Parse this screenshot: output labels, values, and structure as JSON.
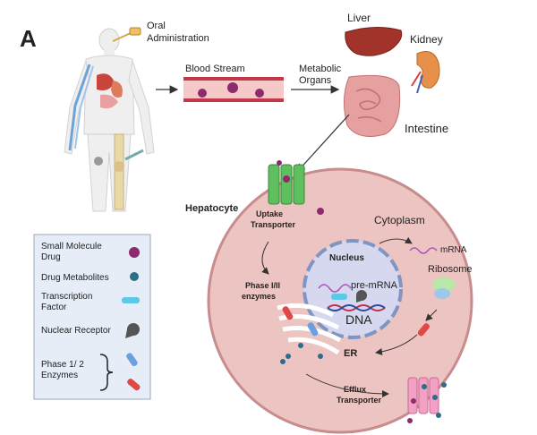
{
  "panel_label": "A",
  "labels": {
    "oral_administration": [
      "Oral",
      "Administration"
    ],
    "blood_stream": "Blood Stream",
    "metabolic_organs": [
      "Metabolic",
      "Organs"
    ],
    "liver": "Liver",
    "kidney": "Kidney",
    "intestine": "Intestine",
    "hepatocyte": "Hepatocyte",
    "uptake_transporter": [
      "Uptake",
      "Transporter"
    ],
    "cytoplasm": "Cytoplasm",
    "nucleus": "Nucleus",
    "mrna": "mRNA",
    "ribosome": "Ribosome",
    "pre_mrna": "pre-mRNA",
    "dna": "DNA",
    "phase_enzymes": [
      "Phase I/II",
      "enzymes"
    ],
    "er": "ER",
    "efflux_transporter": [
      "Efflux",
      "Transporter"
    ]
  },
  "legend": {
    "small_molecule_drug": [
      "Small Molecule",
      "Drug"
    ],
    "drug_metabolites": "Drug Metabolites",
    "transcription_factor": [
      "Transcription",
      "Factor"
    ],
    "nuclear_receptor": "Nuclear Receptor",
    "phase_enzymes": [
      "Phase 1/ 2",
      "Enzymes"
    ]
  },
  "colors": {
    "drug": "#8e2a6e",
    "metabolite": "#2c6e8a",
    "transcription_factor": "#5ec8e8",
    "cell": "#ecc5c2",
    "cell_border": "#c98c8c",
    "nucleus": "#d6d8ef",
    "nucleus_border": "#7f95c4",
    "legend_bg": "#e6edf6",
    "blood": "#c23a49",
    "uptake": "#5fbf5f",
    "efflux": "#f2a0c4",
    "liver": "#a2332a",
    "kidney": "#e6904a",
    "intestine": "#e7a0a0"
  }
}
